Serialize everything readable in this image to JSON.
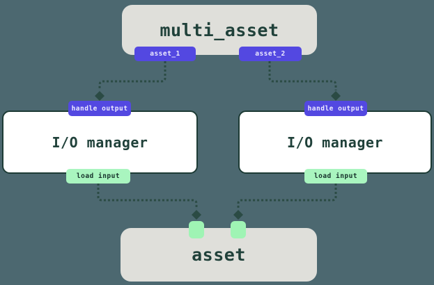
{
  "colors": {
    "background": "#4C6870",
    "node_gray": "#DFDFDA",
    "badge_purple": "#5348E1",
    "badge_mint": "#A9F5BF",
    "port_green": "#9FF4B4",
    "text_dark_green": "#20413A",
    "io_node_fill": "#FFFFFF",
    "io_node_border": "#1D3B35",
    "connector": "#2B4B44"
  },
  "diagram": {
    "multi_asset": {
      "label": "multi_asset",
      "outputs": [
        {
          "label": "asset_1"
        },
        {
          "label": "asset_2"
        }
      ]
    },
    "io_managers": [
      {
        "label": "I/O manager",
        "top_badge": "handle output",
        "bottom_badge": "load input"
      },
      {
        "label": "I/O manager",
        "top_badge": "handle output",
        "bottom_badge": "load input"
      }
    ],
    "asset": {
      "label": "asset",
      "input_port_count": 2
    }
  }
}
